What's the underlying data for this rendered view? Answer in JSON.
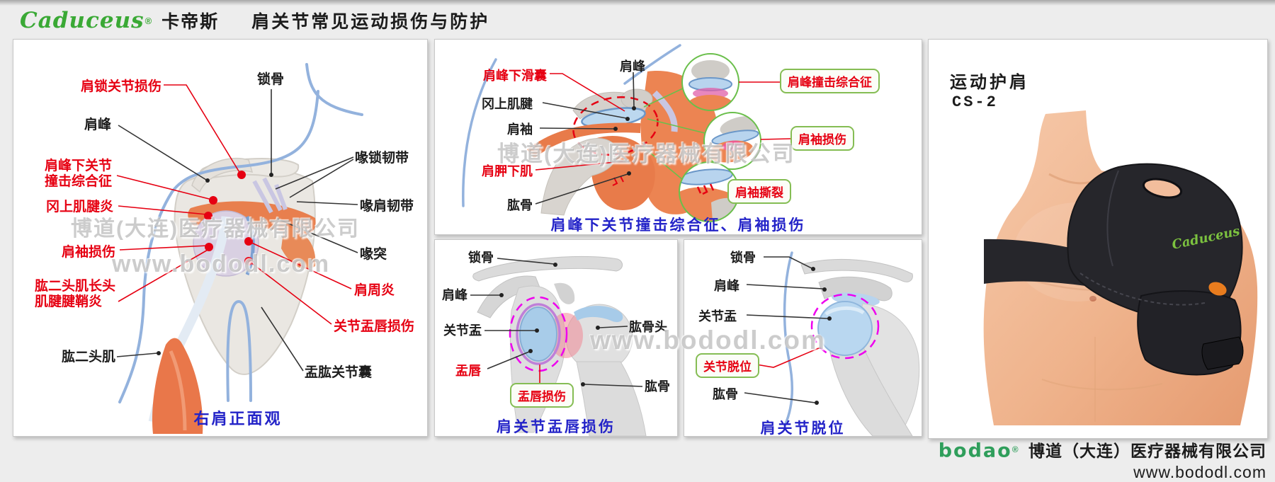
{
  "header": {
    "logo_script": "Caduceus",
    "logo_reg": "®",
    "logo_cn": "卡帝斯",
    "title": "肩关节常见运动损伤与防护"
  },
  "watermark": {
    "company": "博道(大连)医疗器械有限公司",
    "website": "www.bododl.com"
  },
  "panel_front_view": {
    "caption": "右肩正面观",
    "labels": {
      "ac_joint_injury": "肩锁关节损伤",
      "clavicle": "锁骨",
      "acromion": "肩峰",
      "impingement_line1": "肩峰下关节",
      "impingement_line2": "撞击综合征",
      "supraspinatus_tendinitis": "冈上肌腱炎",
      "rotator_cuff_injury": "肩袖损伤",
      "biceps_tenosynovitis_line1": "肱二头肌长头",
      "biceps_tenosynovitis_line2": "肌腱腱鞘炎",
      "biceps": "肱二头肌",
      "coracoclavicular_ligament": "喙锁韧带",
      "coracoacromial_ligament": "喙肩韧带",
      "coracoid_process": "喙突",
      "frozen_shoulder": "肩周炎",
      "labrum_injury": "关节盂唇损伤",
      "glenohumeral_capsule": "盂肱关节囊"
    }
  },
  "panel_impingement": {
    "caption": "肩峰下关节撞击综合征、肩袖损伤",
    "labels": {
      "subacromial_bursa": "肩峰下滑囊",
      "acromion": "肩峰",
      "supraspinatus_tendon": "冈上肌腱",
      "rotator_cuff": "肩袖",
      "subscapularis": "肩胛下肌",
      "humerus": "肱骨"
    },
    "callouts": {
      "impingement_syndrome": "肩峰撞击综合征",
      "cuff_injury": "肩袖损伤",
      "cuff_tear": "肩袖撕裂"
    }
  },
  "panel_labrum": {
    "caption": "肩关节盂唇损伤",
    "labels": {
      "clavicle": "锁骨",
      "acromion": "肩峰",
      "glenoid": "关节盂",
      "labrum": "盂唇",
      "humeral_head": "肱骨头",
      "humerus": "肱骨"
    },
    "callout": "盂唇损伤"
  },
  "panel_dislocation": {
    "caption": "肩关节脱位",
    "labels": {
      "clavicle": "锁骨",
      "acromion": "肩峰",
      "glenoid": "关节盂",
      "humerus": "肱骨"
    },
    "callout": "关节脱位"
  },
  "panel_product": {
    "name": "运动护肩",
    "model": "CS-2",
    "brace_logo": "Caduceus"
  },
  "footer": {
    "logo": "bodao",
    "logo_reg": "®",
    "company": "博道（大连）医疗器械有限公司",
    "website": "www.bododl.com"
  },
  "colors": {
    "accent_red": "#e60012",
    "caption_blue": "#2323c8",
    "brand_green": "#3aa935",
    "callout_green": "#85bd54",
    "magenta_dashed": "#ee00ee",
    "contour_blue": "#93b2dd"
  }
}
